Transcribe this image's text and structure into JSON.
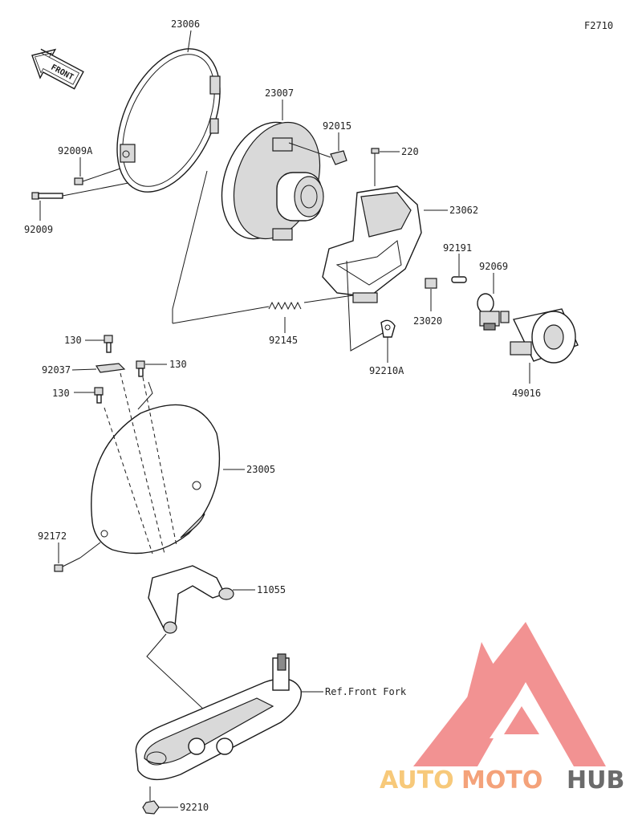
{
  "figure_code": "F2710",
  "front_marker": "FRONT",
  "parts": {
    "p23006": "23006",
    "p23007": "23007",
    "p92015": "92015",
    "p220": "220",
    "p92009A": "92009A",
    "p92009": "92009",
    "p23062": "23062",
    "p92191": "92191",
    "p92069": "92069",
    "p92145": "92145",
    "p23020": "23020",
    "p92210A": "92210A",
    "p49016": "49016",
    "p130a": "130",
    "p92037": "92037",
    "p130b": "130",
    "p130c": "130",
    "p23005": "23005",
    "p92172": "92172",
    "p11055": "11055",
    "ref_front_fork": "Ref.Front Fork",
    "p92210": "92210"
  },
  "watermark": {
    "part1": "AUTO",
    "part2": "MOTO",
    "part3": "HUB",
    "color_auto": "#f7c97a",
    "color_moto": "#f4a27a",
    "color_hub": "#6b6b6b",
    "logo_color": "#f08080"
  }
}
